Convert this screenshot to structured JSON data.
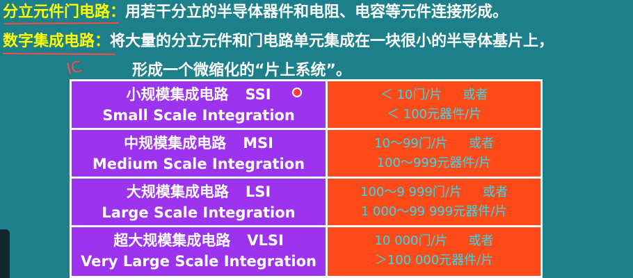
{
  "intro": {
    "line1_term": "分立元件门电路",
    "line1_sep": "：",
    "line1_desc": "用若干分立的半导体器件和电阻、电容等元件连接形成。",
    "line2_term": "数字集成电路",
    "line2_sep": "：",
    "line2_desc": "将大量的分立元件和门电路单元集成在一块很小的半导体基片上，",
    "line3_desc": "形成一个微缩化的“片上系统”。"
  },
  "annotation": {
    "handwritten": "IC"
  },
  "table": {
    "rows": [
      {
        "name": "小规模集成电路",
        "abbr": "SSI",
        "english": "Small Scale Integration",
        "range1": "＜ 10门/片",
        "or_word": "或者",
        "range2": "＜ 100元器件/片"
      },
      {
        "name": "中规模集成电路",
        "abbr": "MSI",
        "english": "Medium Scale Integration",
        "range1": "10～99门/片",
        "or_word": "或者",
        "range2": "100～999元器件/片"
      },
      {
        "name": "大规模集成电路",
        "abbr": "LSI",
        "english": "Large Scale Integration",
        "range1": "100～9 999门/片",
        "or_word": "或者",
        "range2": "1 000～99 999元器件/片"
      },
      {
        "name": "超大规模集成电路",
        "abbr": "VLSI",
        "english": "Very Large Scale Integration",
        "range1": "10 000门/片",
        "or_word": "或者",
        "range2": "＞100 000元器件/片"
      }
    ]
  },
  "colors": {
    "background": "#1d7f89",
    "term": "#ffff00",
    "left_cell": "#9c34ef",
    "right_cell": "#ff4a1a",
    "right_text": "#33d9e6",
    "annotation": "#ff4a4a"
  }
}
